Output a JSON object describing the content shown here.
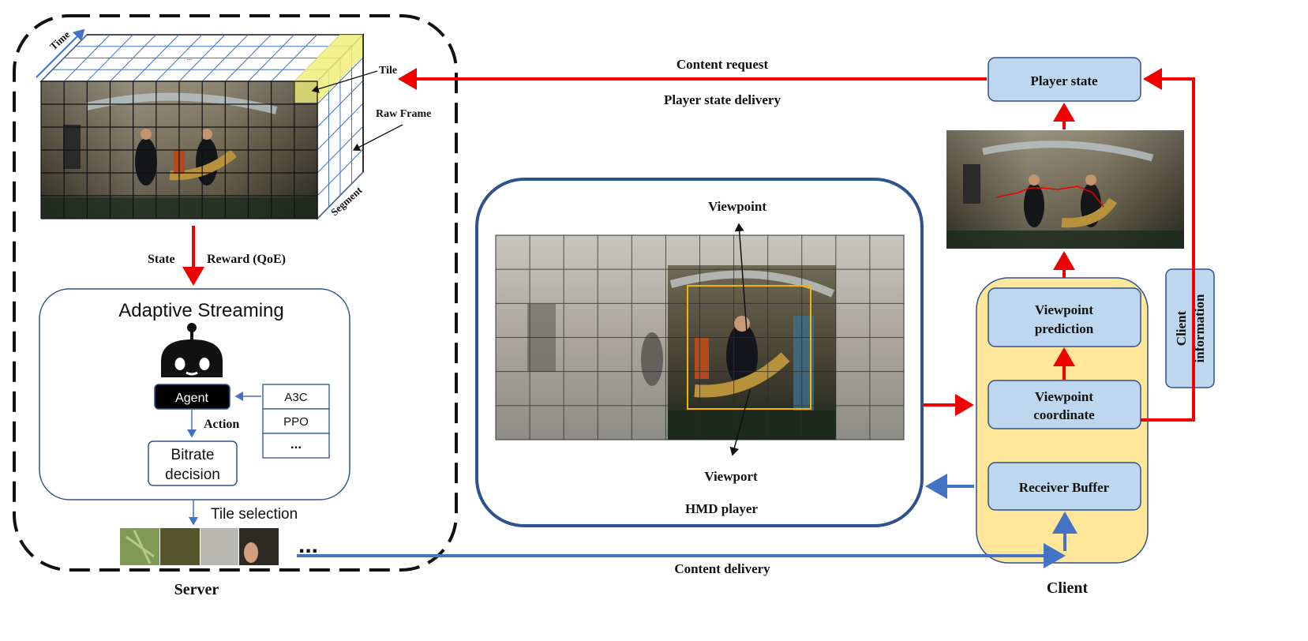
{
  "server": {
    "label": "Server",
    "time_label": "Time",
    "tile_label": "Tile",
    "raw_frame_label": "Raw Frame",
    "segment_label": "Segment",
    "state_label": "State",
    "reward_label": "Reward (QoE)",
    "adaptive_title": "Adaptive Streaming",
    "agent_label": "Agent",
    "algorithms": [
      "A3C",
      "PPO",
      "..."
    ],
    "action_label": "Action",
    "bitrate_line1": "Bitrate",
    "bitrate_line2": "decision",
    "tile_selection_label": "Tile selection",
    "tiles_ellipsis": "..."
  },
  "player": {
    "viewpoint_label": "Viewpoint",
    "viewport_label": "Viewport",
    "hmd_label": "HMD player"
  },
  "client": {
    "label": "Client",
    "player_state": "Player state",
    "viewpoint_prediction_line1": "Viewpoint",
    "viewpoint_prediction_line2": "prediction",
    "viewpoint_coordinate_line1": "Viewpoint",
    "viewpoint_coordinate_line2": "coordinate",
    "receiver_buffer": "Receiver Buffer",
    "client_info_line1": "Client",
    "client_info_line2": "information"
  },
  "links": {
    "content_request": "Content request",
    "player_state_delivery": "Player state delivery",
    "content_delivery": "Content delivery"
  },
  "colors": {
    "red_arrow": "#f00000",
    "blue_arrow": "#4472c4",
    "client_box_fill": "#bdd7ee",
    "client_box_stroke": "#2f528f",
    "client_panel_fill": "#ffe699",
    "hmd_border": "#2f528f",
    "tile_highlight": "#f0ef7a",
    "viewport_box": "#f5b400"
  }
}
